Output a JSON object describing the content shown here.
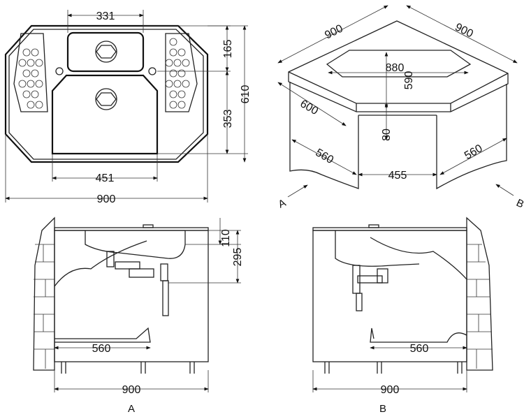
{
  "top_view": {
    "width_top": "331",
    "height_top": "165",
    "height_total": "610",
    "height_bottom": "353",
    "width_bottom": "451",
    "width_total": "900"
  },
  "iso_view": {
    "side_left": "900",
    "side_right": "900",
    "bowl_width": "880",
    "bowl_depth": "590",
    "depth": "600",
    "thickness": "80",
    "cabinet_left": "560",
    "cabinet_gap": "455",
    "cabinet_right": "560",
    "view_a": "A",
    "view_b": "B"
  },
  "section_a": {
    "dim_110": "110",
    "dim_295": "295",
    "depth": "560",
    "width": "900",
    "label": "A"
  },
  "section_b": {
    "depth": "560",
    "width": "900",
    "label": "B"
  }
}
